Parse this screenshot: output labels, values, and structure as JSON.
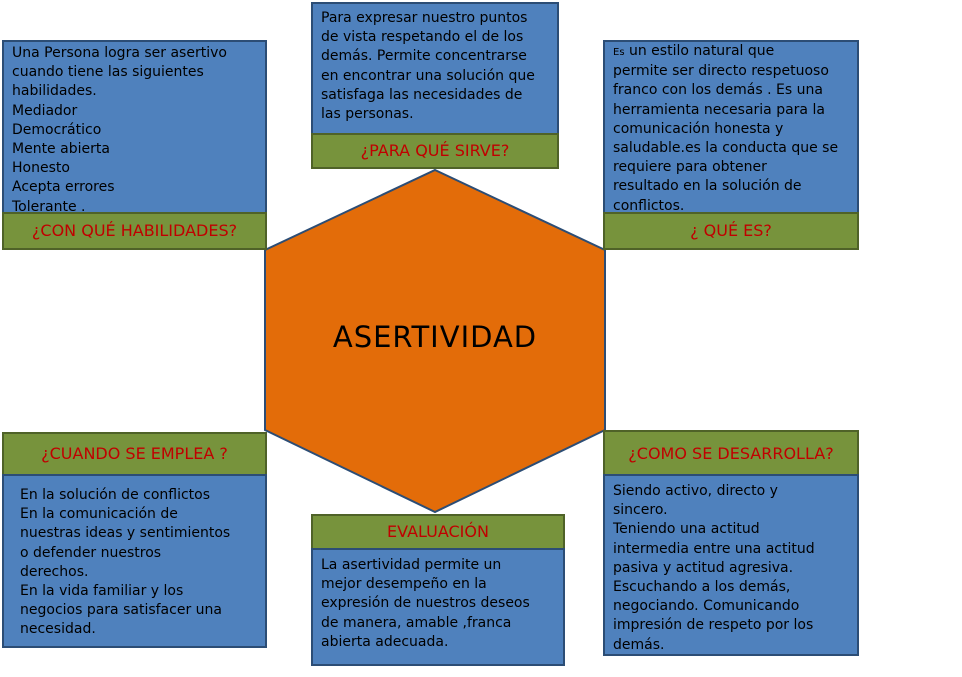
{
  "center": {
    "title": "ASERTIVIDAD",
    "fill": "#e36c09"
  },
  "habilidades": {
    "label": "¿CON QUÉ HABILIDADES?",
    "lines": [
      "Una Persona logra ser asertivo",
      "cuando tiene las siguientes",
      "habilidades.",
      "Mediador",
      "Democrático",
      "Mente abierta",
      "Honesto",
      "Acepta errores",
      "Tolerante ."
    ]
  },
  "para_que": {
    "label": "¿PARA QUÉ SIRVE?",
    "lines": [
      "Para expresar nuestro puntos",
      "de vista respetando el de los",
      "demás. Permite concentrarse",
      "en encontrar una solución que",
      "satisfaga las necesidades de",
      "las personas."
    ]
  },
  "que_es": {
    "label": "¿ QUÉ ES?",
    "first_small": "Es",
    "first_rest": " un estilo natural  que",
    "lines": [
      "permite ser directo respetuoso",
      "franco con los demás . Es una",
      "herramienta necesaria para la",
      "comunicación honesta y",
      "saludable.es la conducta que se",
      "requiere para obtener",
      "resultado en la solución de",
      "conflictos."
    ]
  },
  "cuando": {
    "label": "¿CUANDO SE EMPLEA ?",
    "lines": [
      "En la solución de conflictos",
      "En la comunicación de",
      "nuestras ideas y sentimientos",
      "o defender nuestros",
      "derechos.",
      "En la vida familiar y los",
      "negocios para satisfacer una",
      "necesidad."
    ]
  },
  "evaluacion": {
    "label": "EVALUACIÓN",
    "lines": [
      "La asertividad permite un",
      "mejor desempeño en la",
      "expresión de nuestros deseos",
      "de manera, amable ,franca",
      "abierta adecuada."
    ]
  },
  "como": {
    "label": "¿COMO SE DESARROLLA?",
    "lines": [
      "Siendo activo, directo y",
      "sincero.",
      "Teniendo una actitud",
      "intermedia entre una actitud",
      "pasiva y actitud agresiva.",
      "Escuchando a los demás,",
      "negociando. Comunicando",
      "impresión de respeto por los",
      "demás."
    ]
  },
  "colors": {
    "box_fill": "#4f81bd",
    "label_fill": "#77933c",
    "label_text": "#c00000",
    "hex_stroke": "#2c4d75"
  }
}
